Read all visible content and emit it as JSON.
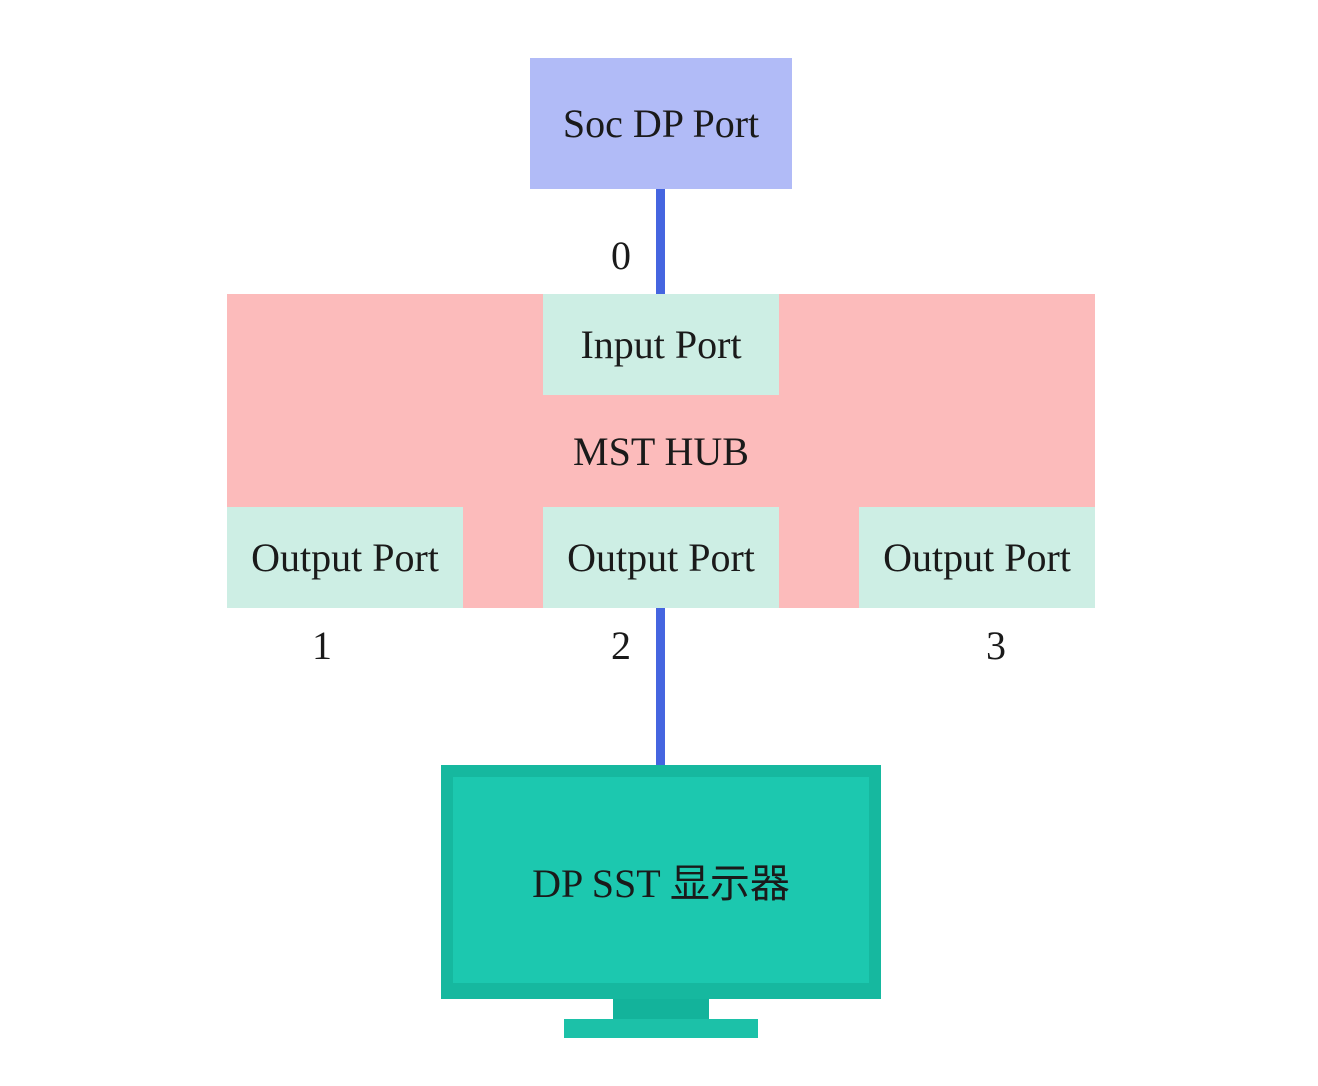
{
  "soc_port": {
    "label": "Soc DP Port"
  },
  "hub": {
    "label": "MST HUB",
    "input_port": {
      "label": "Input Port",
      "number": "0"
    },
    "output_ports": [
      {
        "label": "Output Port",
        "number": "1"
      },
      {
        "label": "Output Port",
        "number": "2"
      },
      {
        "label": "Output Port",
        "number": "3"
      }
    ]
  },
  "display": {
    "label": "DP SST 显示器"
  },
  "colors": {
    "soc": "#b1bbf7",
    "hub": "#fcbbbb",
    "port": "#cdeee4",
    "wire": "#4565e0",
    "monitor": "#1cc8af"
  }
}
